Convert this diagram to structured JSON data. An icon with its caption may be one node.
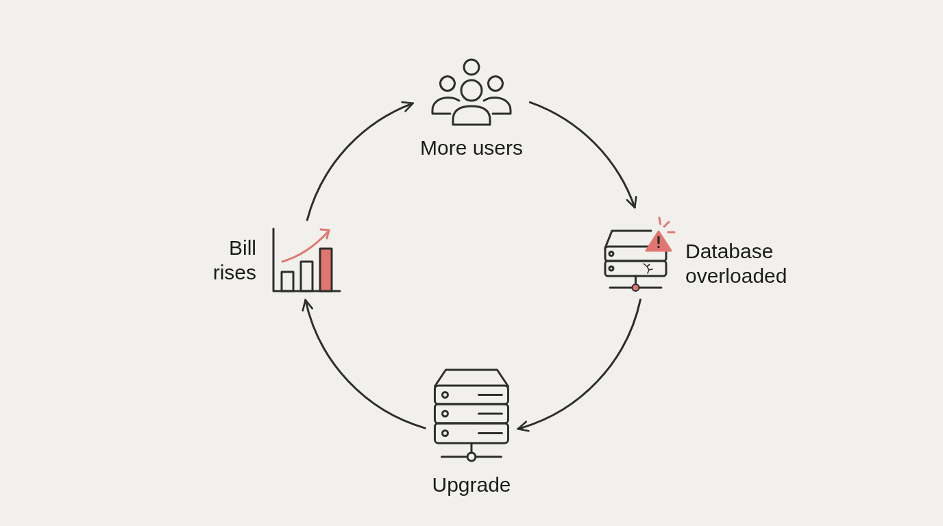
{
  "diagram": {
    "nodes": [
      {
        "text": [
          "More users"
        ]
      },
      {
        "text": [
          "Database overloaded"
        ]
      },
      {
        "text": [
          "Upgrade"
        ]
      },
      {
        "text": [
          "Bill rises"
        ]
      }
    ],
    "edges": [
      {
        "from": 0,
        "to": 1,
        "arrow": "to"
      },
      {
        "from": 1,
        "to": 2,
        "arrow": "to"
      },
      {
        "from": 2,
        "to": 3,
        "arrow": "to"
      },
      {
        "from": 3,
        "to": 0,
        "arrow": "to"
      }
    ]
  }
}
